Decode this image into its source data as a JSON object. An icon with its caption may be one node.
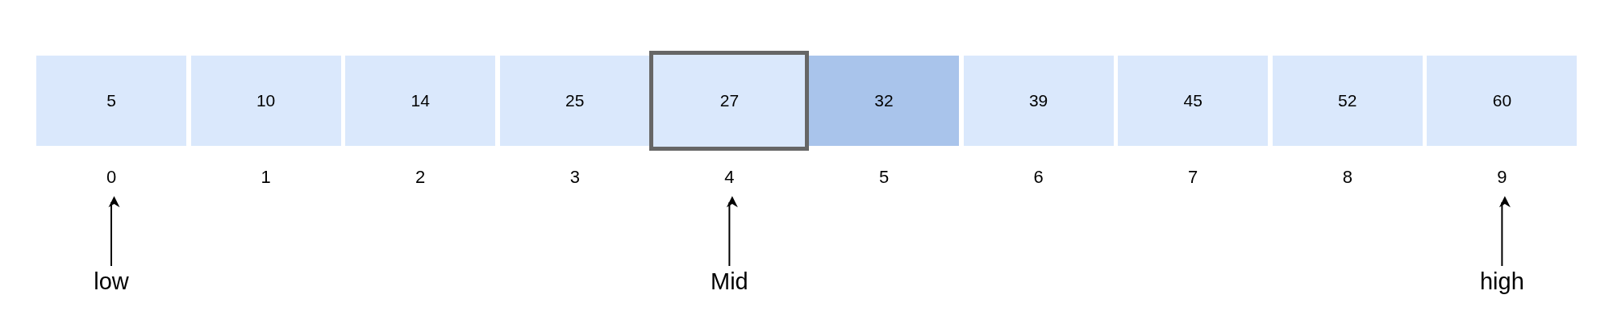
{
  "diagram": {
    "nodes": [
      {
        "text": [
          "5"
        ]
      },
      {
        "text": [
          "10"
        ]
      },
      {
        "text": [
          "14"
        ]
      },
      {
        "text": [
          "25"
        ]
      },
      {
        "text": [
          "27"
        ]
      },
      {
        "text": [
          "32"
        ]
      },
      {
        "text": [
          "39"
        ]
      },
      {
        "text": [
          "45"
        ]
      },
      {
        "text": [
          "52"
        ]
      },
      {
        "text": [
          "60"
        ]
      },
      {
        "text": [
          "0"
        ]
      },
      {
        "text": [
          "4"
        ]
      },
      {
        "text": [
          "9"
        ]
      },
      {
        "text": [
          "low"
        ]
      },
      {
        "text": [
          "Mid"
        ]
      },
      {
        "text": [
          "high"
        ]
      }
    ],
    "edges": [
      {
        "from": 13,
        "to": 10,
        "arrow": "to"
      },
      {
        "from": 14,
        "to": 11,
        "arrow": "to"
      },
      {
        "from": 15,
        "to": 12,
        "arrow": "to"
      }
    ],
    "labels": [
      "1",
      "2",
      "3",
      "5",
      "6",
      "7",
      "8"
    ]
  }
}
